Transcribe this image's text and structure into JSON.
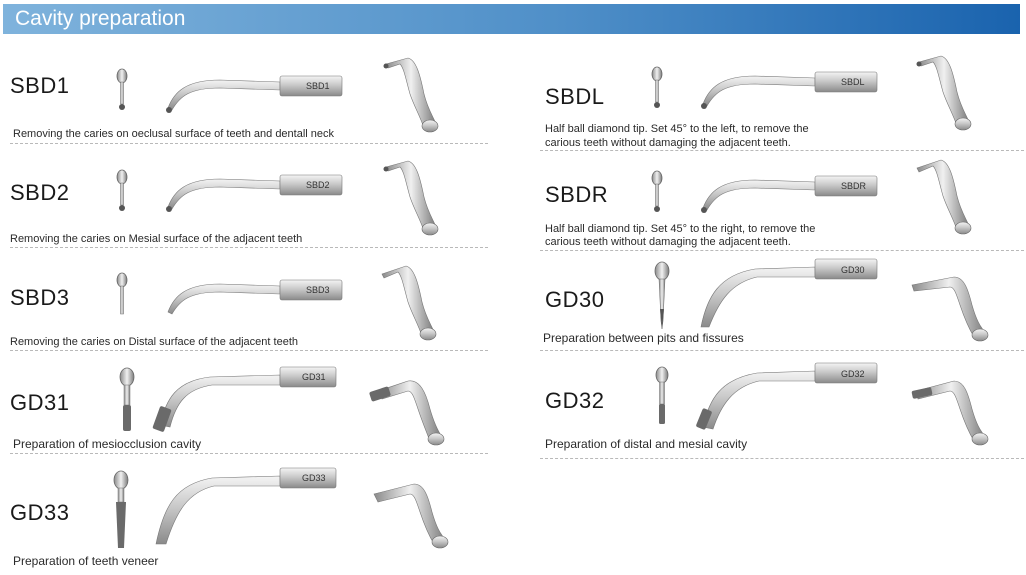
{
  "header": {
    "title": "Cavity preparation"
  },
  "entries": {
    "sbd1": {
      "code": "SBD1",
      "desc": "Removing the caries on oeclusal surface of teeth and dentall neck",
      "tip_label": "SBD1"
    },
    "sbd2": {
      "code": "SBD2",
      "desc": "Removing the caries on Mesial surface of the adjacent teeth",
      "tip_label": "SBD2"
    },
    "sbd3": {
      "code": "SBD3",
      "desc": "Removing the caries on Distal surface of the adjacent teeth",
      "tip_label": "SBD3"
    },
    "gd31": {
      "code": "GD31",
      "desc": "Preparation of mesiocclusion cavity",
      "tip_label": "GD31"
    },
    "gd33": {
      "code": "GD33",
      "desc": "Preparation of teeth veneer",
      "tip_label": "GD33"
    },
    "sbdl": {
      "code": "SBDL",
      "desc_line1": "Half ball diamond tip. Set 45° to the left, to remove the",
      "desc_line2": "carious teeth without damaging the adjacent teeth.",
      "tip_label": "SBDL"
    },
    "sbdr": {
      "code": "SBDR",
      "desc_line1": "Half ball diamond tip. Set 45° to the right, to remove the",
      "desc_line2": "carious teeth without damaging the adjacent teeth.",
      "tip_label": "SBDR"
    },
    "gd30": {
      "code": "GD30",
      "desc": "Preparation between pits and fissures",
      "tip_label": "GD30"
    },
    "gd32": {
      "code": "GD32",
      "desc": "Preparation of  distal and mesial cavity",
      "tip_label": "GD32"
    }
  }
}
